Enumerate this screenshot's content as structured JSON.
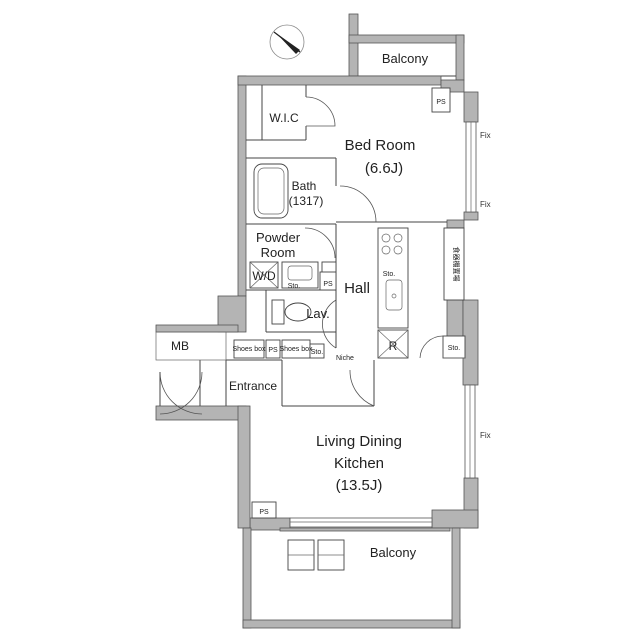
{
  "rooms": {
    "balcony_top": "Balcony",
    "wic": "W.I.C",
    "bedroom_name": "Bed Room",
    "bedroom_size": "(6.6J)",
    "bath_name": "Bath",
    "bath_size": "(1317)",
    "powder_line1": "Powder",
    "powder_line2": "Room",
    "wd": "W/D",
    "hall": "Hall",
    "lav": "Lav.",
    "entrance": "Entrance",
    "mb": "MB",
    "niche": "Niche",
    "ldk_line1": "Living Dining",
    "ldk_line2": "Kitchen",
    "ldk_size": "(13.5J)",
    "balcony_bottom": "Balcony"
  },
  "fixtures": {
    "ps_top": "PS",
    "ps_hall": "PS",
    "ps_entrance": "PS",
    "ps_bottom": "PS",
    "shoes_box_1": "Shoes box",
    "shoes_box_2": "Shoes box",
    "sto_powder": "Sto.",
    "sto_kitchen": "Sto.",
    "sto_right": "Sto.",
    "sto_entrance": "Sto.",
    "fridge": "R",
    "tableware_shelf": "食器棚置場",
    "fix_1": "Fix",
    "fix_2": "Fix",
    "fix_3": "Fix"
  }
}
